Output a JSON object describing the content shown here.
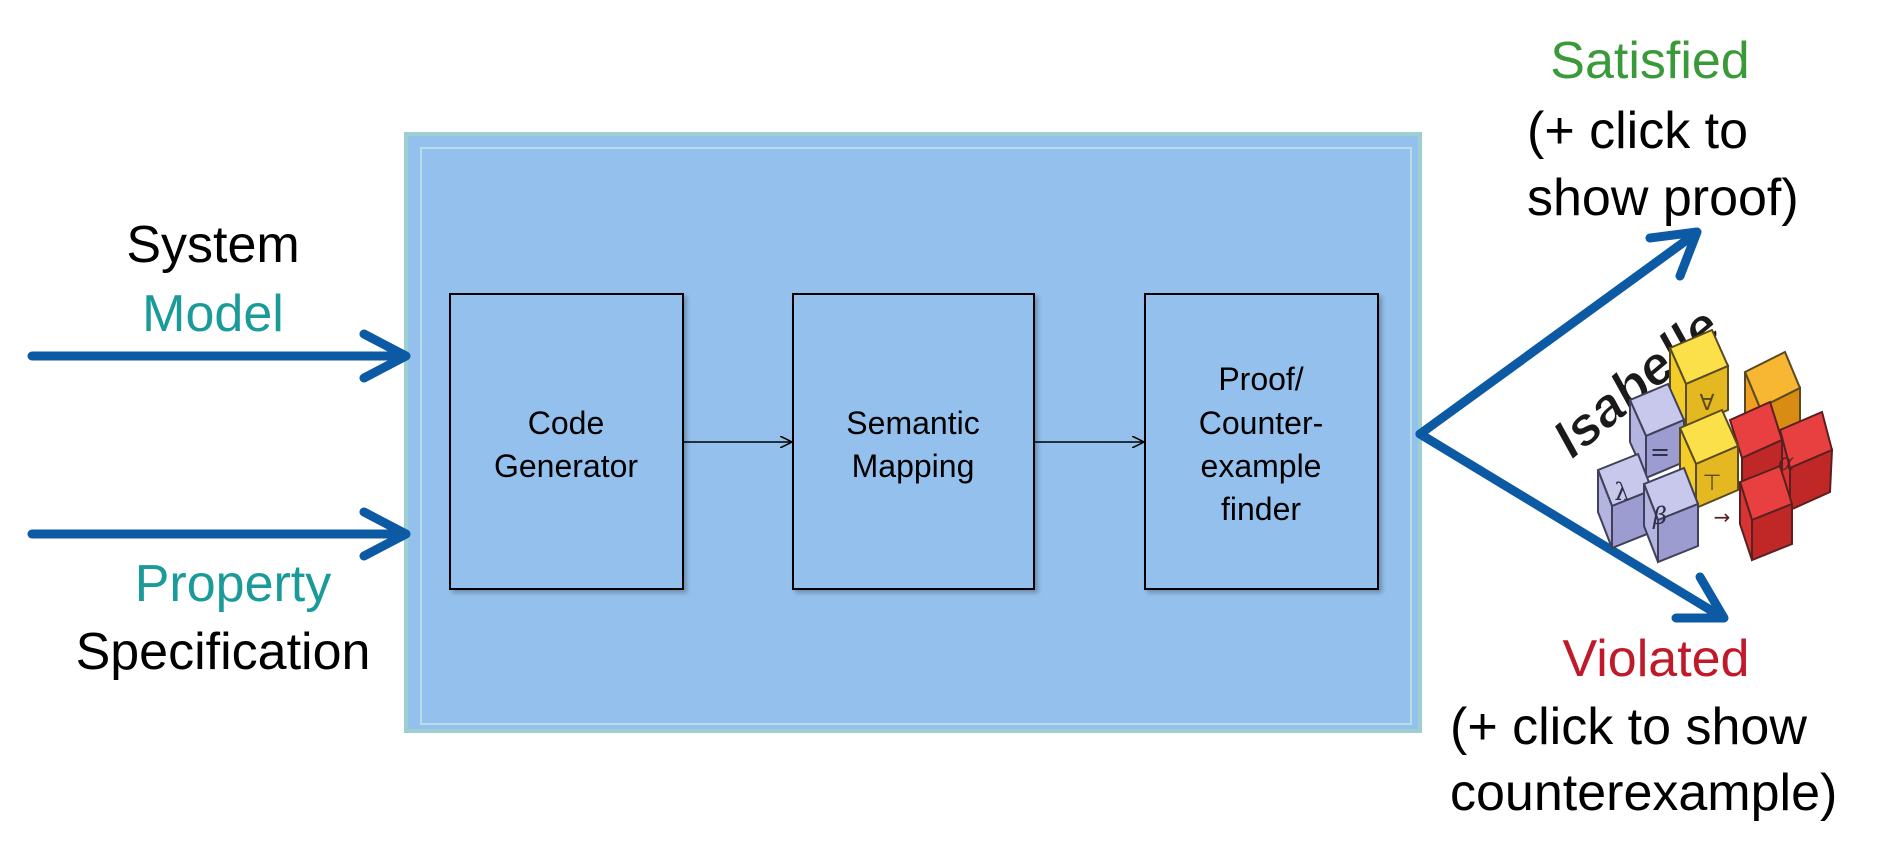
{
  "inputs": {
    "system_model": {
      "line1": "System",
      "line2": "Model"
    },
    "property_spec": {
      "line1": "Property",
      "line2": "Specification"
    }
  },
  "stages": [
    {
      "line1": "Code",
      "line2": "Generator"
    },
    {
      "line1": "Semantic",
      "line2": "Mapping"
    },
    {
      "line1": "Proof/",
      "line2": "Counter-",
      "line3": "example",
      "line4": "finder"
    }
  ],
  "outputs": {
    "satisfied": {
      "label": "Satisfied",
      "line2": "(+ click to",
      "line3": "show proof)"
    },
    "violated": {
      "label": "Violated",
      "line2": "(+ click to show",
      "line3": "counterexample)"
    }
  },
  "logo": {
    "text": "Isabelle",
    "glyphs": [
      "∀",
      "=",
      "⊤",
      "α",
      "λ",
      "β",
      "→"
    ]
  },
  "colors": {
    "arrow_blue": "#0b5aa3",
    "panel_fill": "#93c0ec",
    "panel_border": "#9ecfcf",
    "teal_text": "#1b9a9a",
    "green_text": "#3a9a3a",
    "red_text": "#c01a2a"
  }
}
